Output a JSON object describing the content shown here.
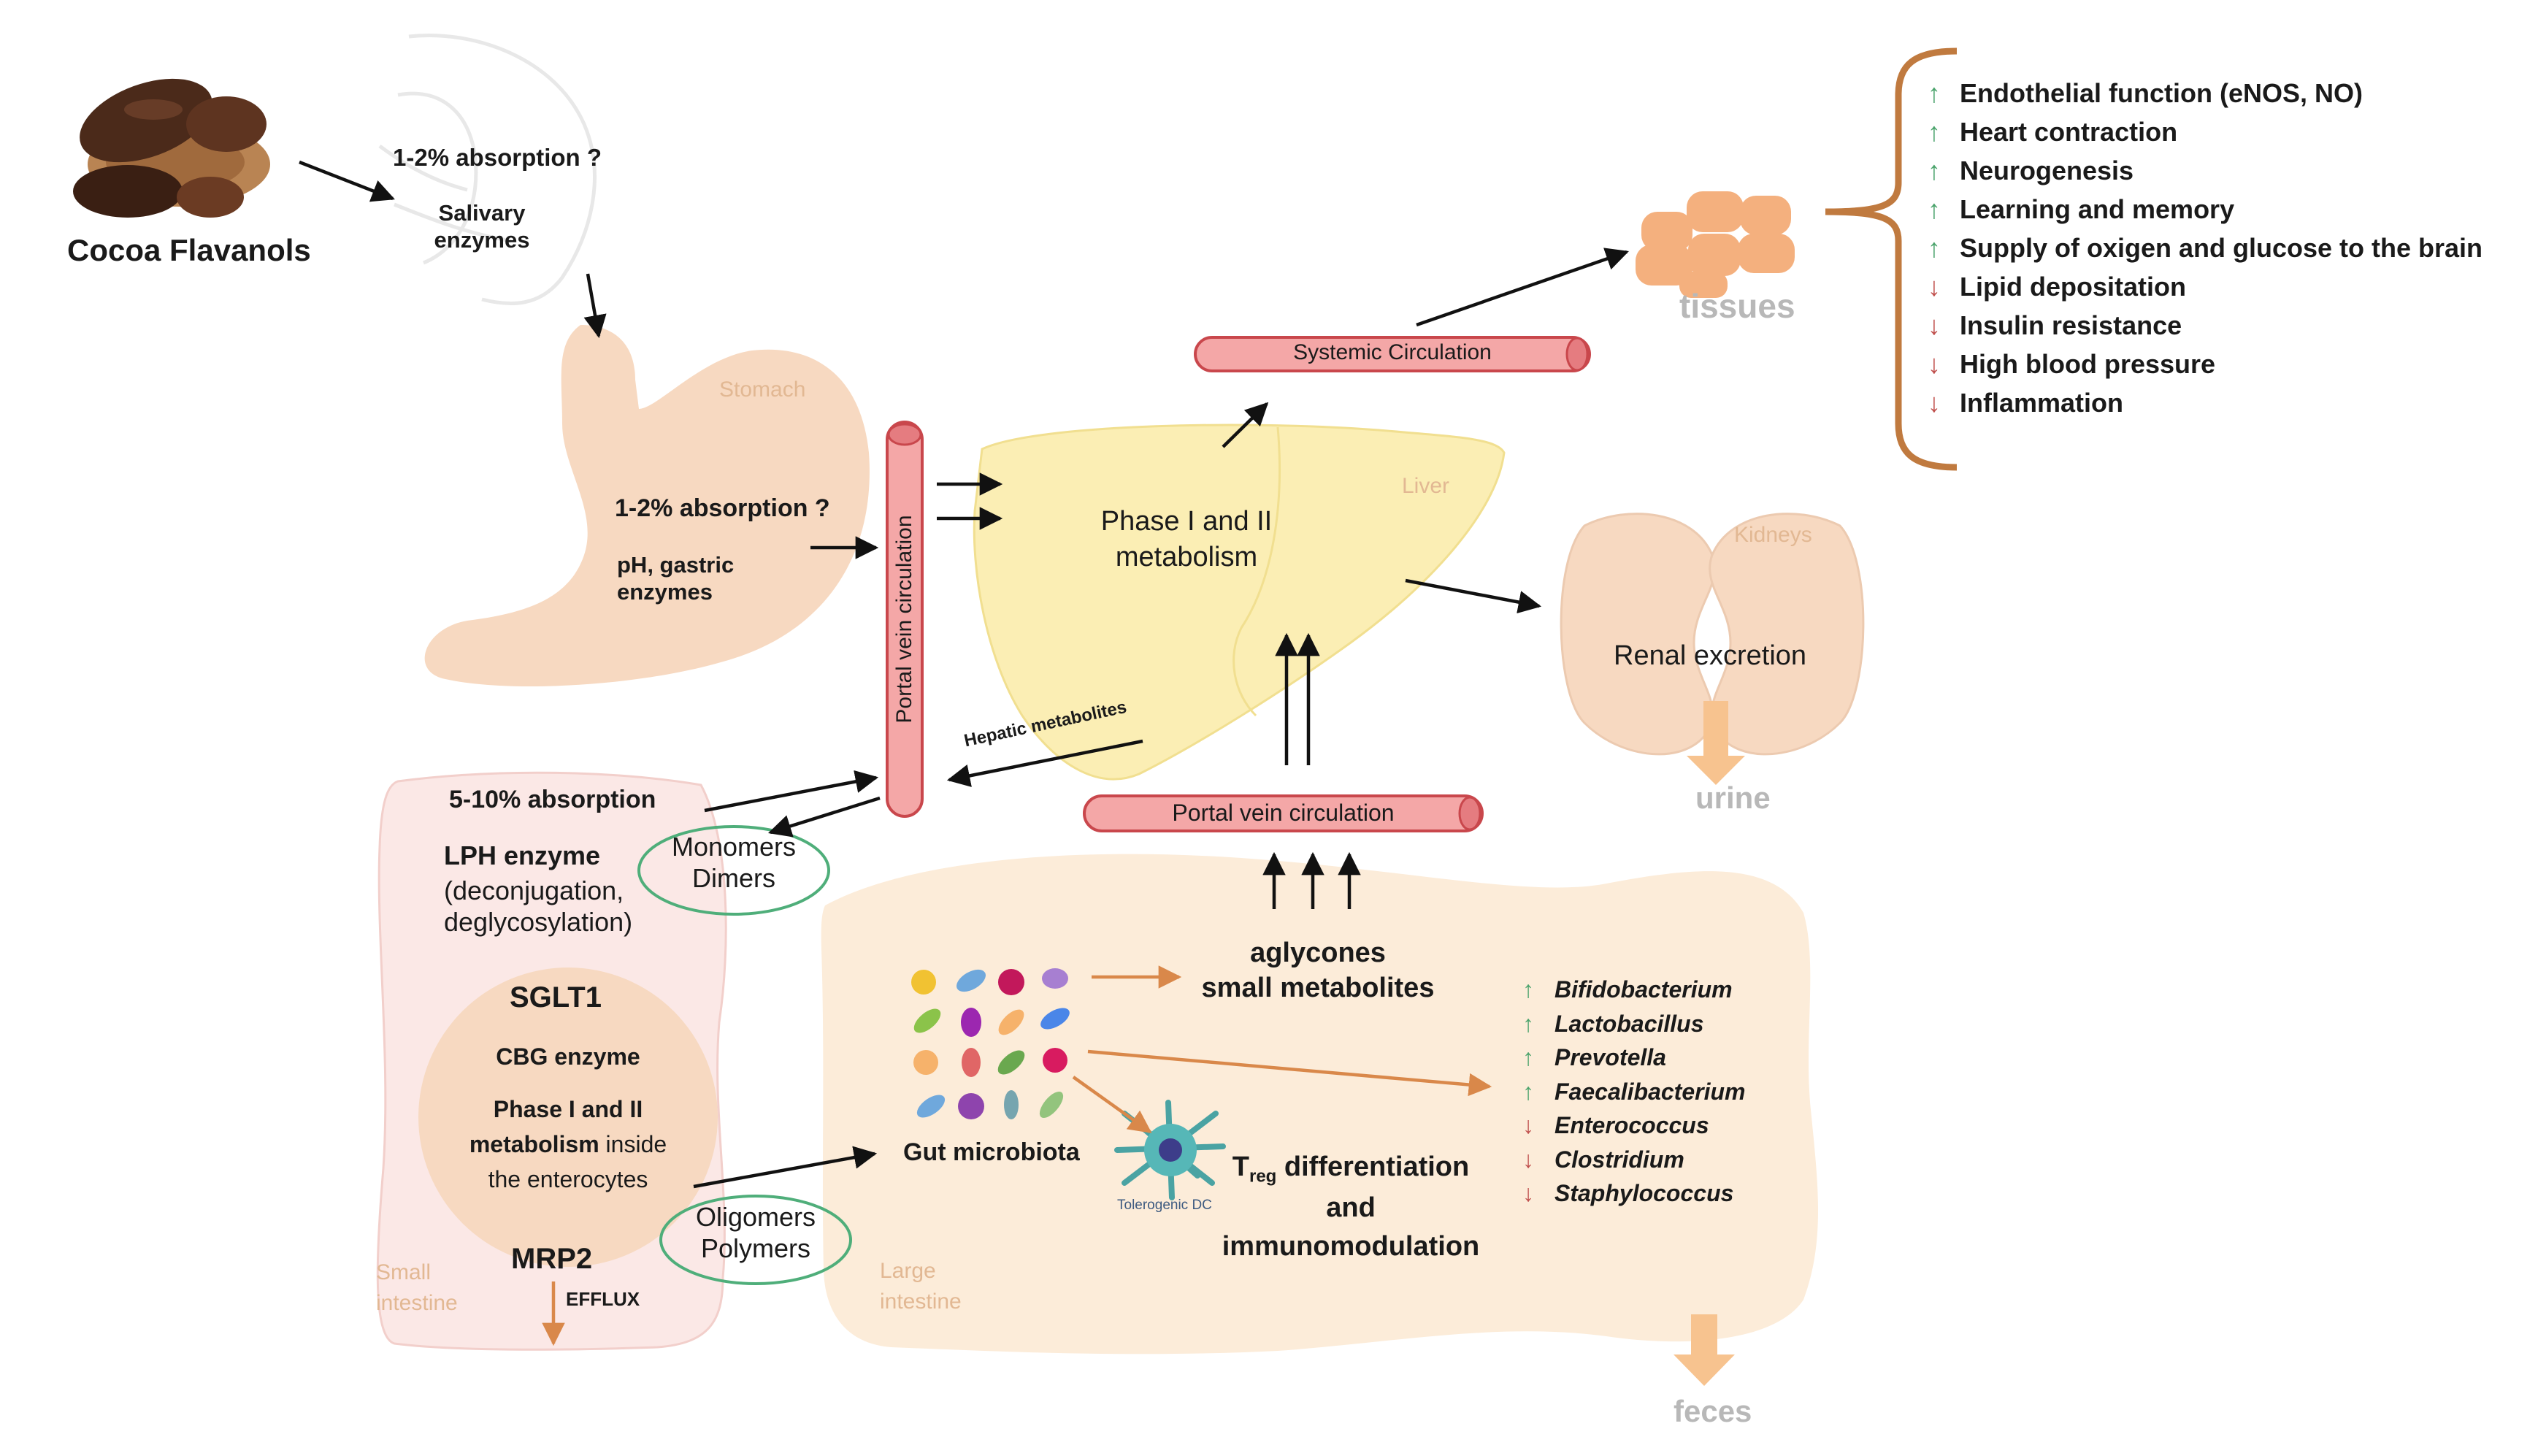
{
  "title": "Cocoa Flavanols",
  "mouth": {
    "absorption": "1-2% absorption ?",
    "enzymes": [
      "Salivary",
      "enzymes"
    ]
  },
  "stomach": {
    "label": "Stomach",
    "absorption": "1-2% absorption ?",
    "conditions": [
      "pH, gastric",
      "enzymes"
    ]
  },
  "portal_vein_vertical": "Portal vein circulation",
  "portal_vein_horizontal": "Portal vein circulation",
  "hepatic_metabolites": "Hepatic metabolites",
  "liver": {
    "label": "Liver",
    "text": [
      "Phase I and II",
      "metabolism"
    ]
  },
  "systemic_circulation": "Systemic Circulation",
  "tissues": "tissues",
  "effects": [
    {
      "dir": "up",
      "text": "Endothelial function (eNOS, NO)"
    },
    {
      "dir": "up",
      "text": "Heart contraction"
    },
    {
      "dir": "up",
      "text": "Neurogenesis"
    },
    {
      "dir": "up",
      "text": "Learning and memory"
    },
    {
      "dir": "up",
      "text": "Supply of oxigen and glucose to the brain"
    },
    {
      "dir": "down",
      "text": "Lipid depositation"
    },
    {
      "dir": "down",
      "text": "Insulin resistance"
    },
    {
      "dir": "down",
      "text": "High blood pressure"
    },
    {
      "dir": "down",
      "text": "Inflammation"
    }
  ],
  "kidneys": {
    "label": "Kidneys",
    "text": "Renal excretion",
    "output": "urine"
  },
  "small_intestine": {
    "label": [
      "Small",
      "intestine"
    ],
    "absorption": "5-10% absorption",
    "lph": "LPH enzyme",
    "lph_detail": [
      "(deconjugation,",
      "deglycosylation)"
    ],
    "sglt1": "SGLT1",
    "cbg": "CBG enzyme",
    "enterocyte_bold": [
      "Phase I and II",
      "metabolism"
    ],
    "enterocyte_plain": [
      " inside",
      "the enterocytes"
    ],
    "mrp2": "MRP2",
    "efflux": "EFFLUX"
  },
  "monomers_dimers": [
    "Monomers",
    "Dimers"
  ],
  "oligomers_polymers": [
    "Oligomers",
    "Polymers"
  ],
  "large_intestine": {
    "label": [
      "Large",
      "intestine"
    ],
    "gut_microbiota": "Gut microbiota",
    "aglycones": [
      "aglycones",
      "small metabolites"
    ],
    "treg_sub": "reg",
    "treg": [
      "T",
      " differentiation",
      "and",
      "immunomodulation"
    ],
    "tolerogenic": "Tolerogenic DC",
    "bacteria": [
      {
        "dir": "up",
        "name": "Bifidobacterium"
      },
      {
        "dir": "up",
        "name": "Lactobacillus"
      },
      {
        "dir": "up",
        "name": "Prevotella"
      },
      {
        "dir": "up",
        "name": "Faecalibacterium"
      },
      {
        "dir": "down",
        "name": "Enterococcus"
      },
      {
        "dir": "down",
        "name": "Clostridium"
      },
      {
        "dir": "down",
        "name": "Staphylococcus"
      }
    ],
    "output": "feces"
  },
  "arrow_symbols": {
    "up": "↑",
    "down": "↓"
  },
  "colors": {
    "up": "#4aa36b",
    "down": "#c0504d",
    "tube": "#f4a7a7",
    "tube_border": "#c9474c",
    "liver": "#fbeeb4",
    "organ": "#f7d9c1",
    "small_intestine": "#fbe8e6",
    "brace": "#c07a3f",
    "circle": "#4fae7a"
  }
}
